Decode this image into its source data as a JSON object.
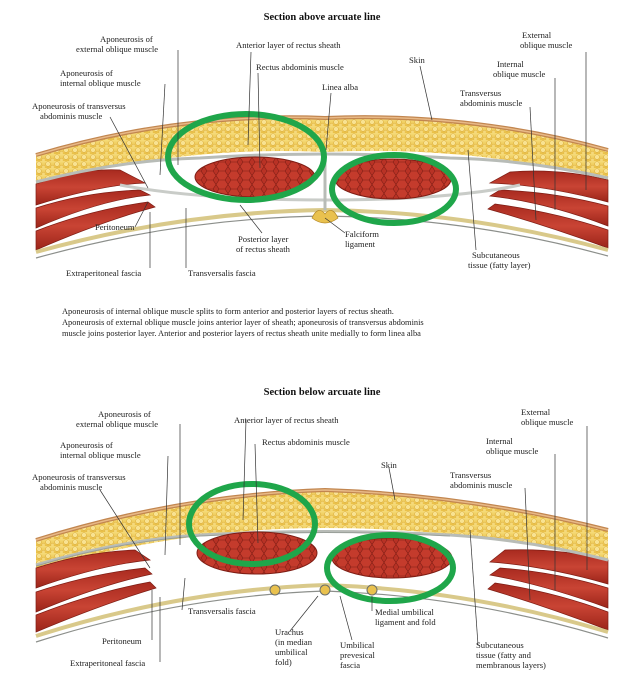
{
  "top": {
    "title": "Section above arcuate line",
    "labels": {
      "ext_oblique_apo_1": "Aponeurosis of",
      "ext_oblique_apo_2": "external oblique muscle",
      "int_oblique_apo_1": "Aponeurosis of",
      "int_oblique_apo_2": "internal oblique muscle",
      "transversus_apo_1": "Aponeurosis of transversus",
      "transversus_apo_2": "abdominis muscle",
      "anterior_layer": "Anterior layer of rectus sheath",
      "rectus": "Rectus abdominis muscle",
      "linea_alba": "Linea alba",
      "skin": "Skin",
      "ext_oblique_1": "External",
      "ext_oblique_2": "oblique muscle",
      "int_oblique_1": "Internal",
      "int_oblique_2": "oblique muscle",
      "transversus_1": "Transversus",
      "transversus_2": "abdominis muscle",
      "peritoneum": "Peritoneum",
      "extraperitoneal": "Extraperitoneal fascia",
      "transversalis": "Transversalis fascia",
      "posterior_layer_1": "Posterior layer",
      "posterior_layer_2": "of rectus sheath",
      "falciform_1": "Falciform",
      "falciform_2": "ligament",
      "subcut_1": "Subcutaneous",
      "subcut_2": "tissue (fatty layer)"
    },
    "caption": [
      "Aponeurosis of internal oblique muscle splits to form anterior and posterior layers of rectus sheath.",
      "Aponeurosis of external oblique muscle joins anterior layer of sheath; aponeurosis of transversus abdominis",
      "muscle joins posterior layer. Anterior and posterior layers of rectus sheath unite medially to form linea alba"
    ]
  },
  "bottom": {
    "title": "Section below arcuate line",
    "labels": {
      "ext_oblique_apo_1": "Aponeurosis of",
      "ext_oblique_apo_2": "external oblique muscle",
      "int_oblique_apo_1": "Aponeurosis of",
      "int_oblique_apo_2": "internal oblique muscle",
      "transversus_apo_1": "Aponeurosis of transversus",
      "transversus_apo_2": "abdominis muscle",
      "anterior_layer": "Anterior layer of rectus sheath",
      "rectus": "Rectus abdominis muscle",
      "skin": "Skin",
      "ext_oblique_1": "External",
      "ext_oblique_2": "oblique muscle",
      "int_oblique_1": "Internal",
      "int_oblique_2": "oblique muscle",
      "transversus_1": "Transversus",
      "transversus_2": "abdominis muscle",
      "transversalis": "Transversalis fascia",
      "peritoneum": "Peritoneum",
      "extraperitoneal": "Extraperitoneal fascia",
      "urachus_1": "Urachus",
      "urachus_2": "(in median",
      "urachus_3": "umbilical",
      "urachus_4": "fold)",
      "umb_prevesical_1": "Umbilical",
      "umb_prevesical_2": "prevesical",
      "umb_prevesical_3": "fascia",
      "medial_umb_1": "Medial umbilical",
      "medial_umb_2": "ligament and fold",
      "subcut_1": "Subcutaneous",
      "subcut_2": "tissue (fatty and",
      "subcut_3": "membranous layers)"
    }
  },
  "colors": {
    "fat": "#f2cd5a",
    "skin": "#d9a06a",
    "muscle": "#b83225",
    "sheath": "#c9ccc8",
    "highlight": "#1fa64a"
  }
}
